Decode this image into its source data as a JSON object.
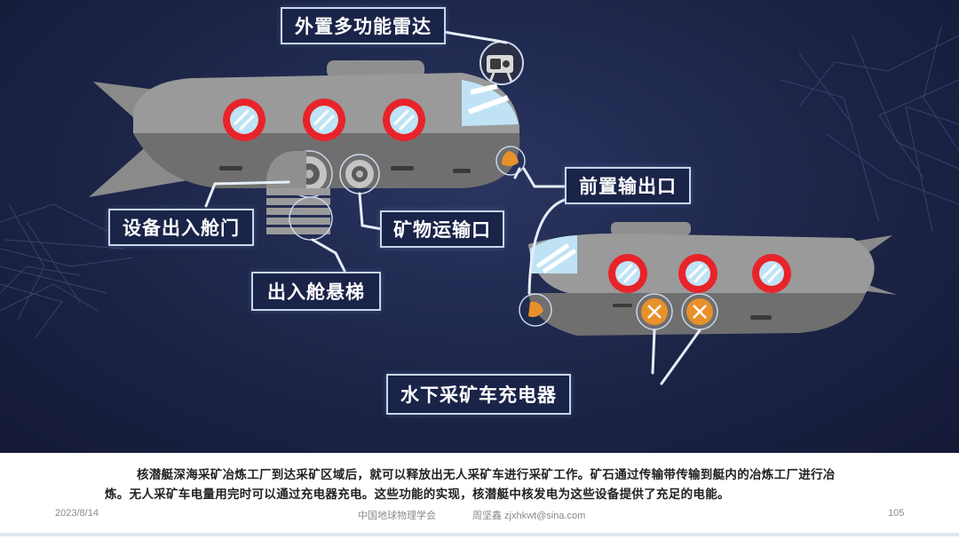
{
  "callouts": {
    "radar": "外置多功能雷达",
    "front_outlet": "前置输出口",
    "hatch": "设备出入舱门",
    "ore_port": "矿物运输口",
    "ladder": "出入舱悬梯",
    "charger": "水下采矿车充电器"
  },
  "caption": "核潜艇深海采矿冶炼工厂到达采矿区域后，就可以释放出无人采矿车进行采矿工作。矿石通过传输带传输到艇内的冶炼工厂进行冶炼。无人采矿车电量用完时可以通过充电器充电。这些功能的实现，核潜艇中核发电为这些设备提供了充足的电能。",
  "footer": {
    "date": "2023/8/14",
    "org": "中国地球物理学会",
    "author": "周坚鑫 zjxhkwt@sina.com",
    "page": "105"
  },
  "colors": {
    "background": "#1c2447",
    "hull": "#7d7d7d",
    "porthole_ring": "#e8232a",
    "port_orange": "#e8902a",
    "callout_border": "#c9d6ea"
  }
}
